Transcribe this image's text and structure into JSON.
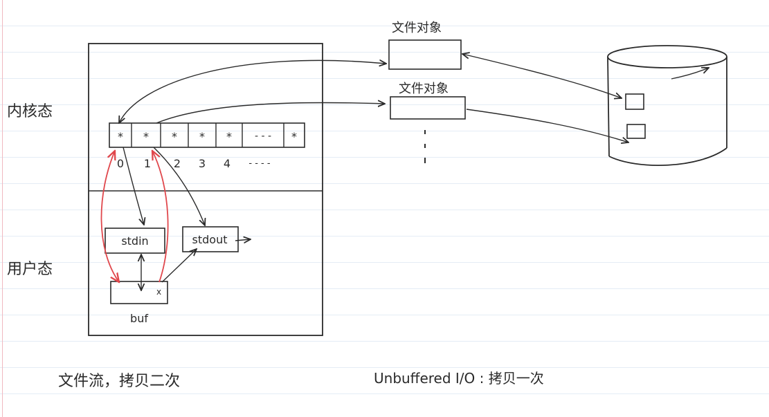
{
  "labels": {
    "kernel_mode": "内核态",
    "user_mode": "用户态",
    "file_object_1": "文件对象",
    "file_object_2": "文件对象",
    "stdin": "stdin",
    "stdout": "stdout",
    "buf": "buf",
    "caption_left": "文件流，拷贝二次",
    "caption_right": "Unbuffered I/O : 拷贝一次"
  },
  "fd_table": {
    "cells": [
      "*",
      "*",
      "*",
      "*",
      "*",
      "- - -",
      "*"
    ],
    "indices": [
      "0",
      "1",
      "2",
      "3",
      "4",
      "- - - -"
    ]
  },
  "colors": {
    "ink": "#2a2a2a",
    "red_arrow": "#e0474c",
    "ruled_line": "#e4ecf5",
    "margin_line": "#f1b9c0"
  }
}
